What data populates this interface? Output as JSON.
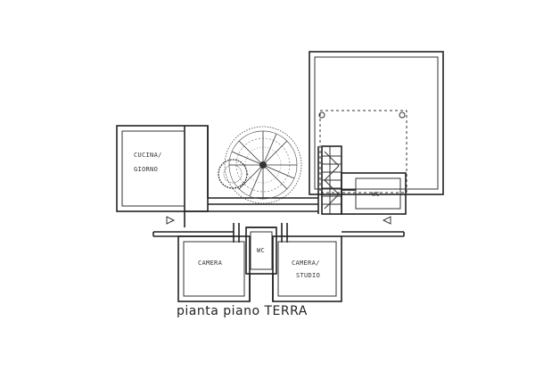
{
  "rooms": {
    "kitchen_line1": "CUCINA/",
    "kitchen_line2": "GIORNO",
    "wc_right": "WC",
    "wc_center": "WC",
    "bedroom_left": "CAMERA",
    "bedroom_right_line1": "CAMERA/",
    "bedroom_right_line2": "STUDIO"
  },
  "caption": "pianta piano TERRA",
  "icons": {
    "entry_left": "triangle-right-icon",
    "entry_right": "triangle-left-icon",
    "tree": "tree-icon"
  }
}
